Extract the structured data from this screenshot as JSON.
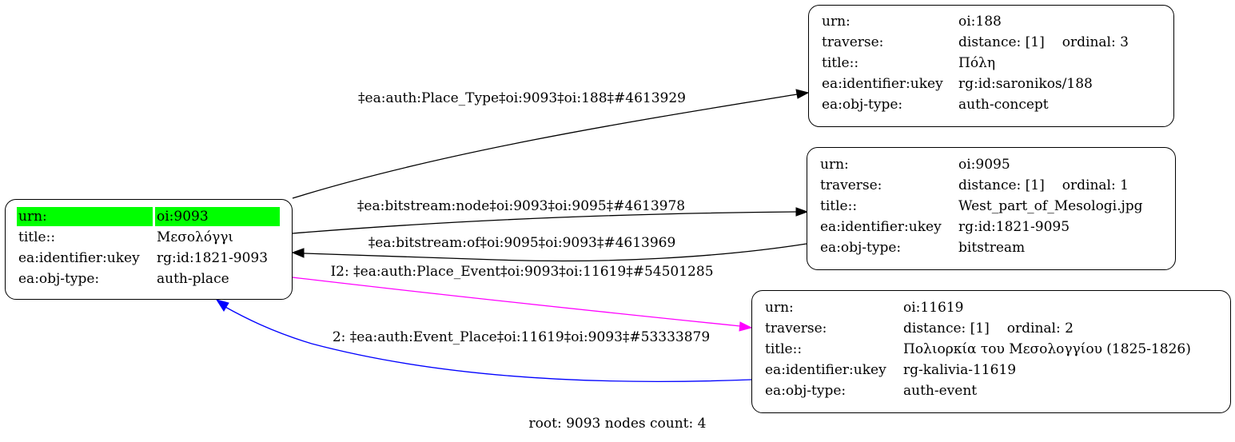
{
  "graph": {
    "nodes": [
      {
        "id": "9093",
        "root": true,
        "rows": [
          {
            "key": "urn:",
            "value": "oi:9093",
            "highlight": true
          },
          {
            "key": "title::",
            "value": "Μεσολόγγι"
          },
          {
            "key": "ea:identifier:ukey",
            "value": "rg:id:1821-9093"
          },
          {
            "key": "ea:obj-type:",
            "value": "auth-place"
          }
        ]
      },
      {
        "id": "188",
        "rows": [
          {
            "key": "urn:",
            "value": "oi:188"
          },
          {
            "key": "traverse:",
            "value": "distance: [1]",
            "extra": "ordinal: 3"
          },
          {
            "key": "title::",
            "value": "Πόλη"
          },
          {
            "key": "ea:identifier:ukey",
            "value": "rg:id:saronikos/188"
          },
          {
            "key": "ea:obj-type:",
            "value": "auth-concept"
          }
        ]
      },
      {
        "id": "9095",
        "rows": [
          {
            "key": "urn:",
            "value": "oi:9095"
          },
          {
            "key": "traverse:",
            "value": "distance: [1]",
            "extra": "ordinal: 1"
          },
          {
            "key": "title::",
            "value": "West_part_of_Mesologi.jpg"
          },
          {
            "key": "ea:identifier:ukey",
            "value": "rg:id:1821-9095"
          },
          {
            "key": "ea:obj-type:",
            "value": "bitstream"
          }
        ]
      },
      {
        "id": "11619",
        "rows": [
          {
            "key": "urn:",
            "value": "oi:11619"
          },
          {
            "key": "traverse:",
            "value": "distance: [1]",
            "extra": "ordinal: 2"
          },
          {
            "key": "title::",
            "value": "Πολιορκία του Μεσολογγίου (1825-1826)"
          },
          {
            "key": "ea:identifier:ukey",
            "value": "rg-kalivia-11619"
          },
          {
            "key": "ea:obj-type:",
            "value": "auth-event"
          }
        ]
      }
    ],
    "edges": [
      {
        "from": "9093",
        "to": "188",
        "label": "‡ea:auth:Place_Type‡oi:9093‡oi:188‡#4613929",
        "color": "#000000"
      },
      {
        "from": "9093",
        "to": "9095",
        "label": "‡ea:bitstream:node‡oi:9093‡oi:9095‡#4613978",
        "color": "#000000"
      },
      {
        "from": "9095",
        "to": "9093",
        "label": "‡ea:bitstream:of‡oi:9095‡oi:9093‡#4613969",
        "color": "#000000"
      },
      {
        "from": "9093",
        "to": "11619",
        "label": "I2: ‡ea:auth:Place_Event‡oi:9093‡oi:11619‡#54501285",
        "color": "#ff00ff"
      },
      {
        "from": "11619",
        "to": "9093",
        "label": "2: ‡ea:auth:Event_Place‡oi:11619‡oi:9093‡#53333879",
        "color": "#0000ff"
      }
    ],
    "footer": "root: 9093 nodes count: 4",
    "highlight_color": "#00ff00"
  }
}
